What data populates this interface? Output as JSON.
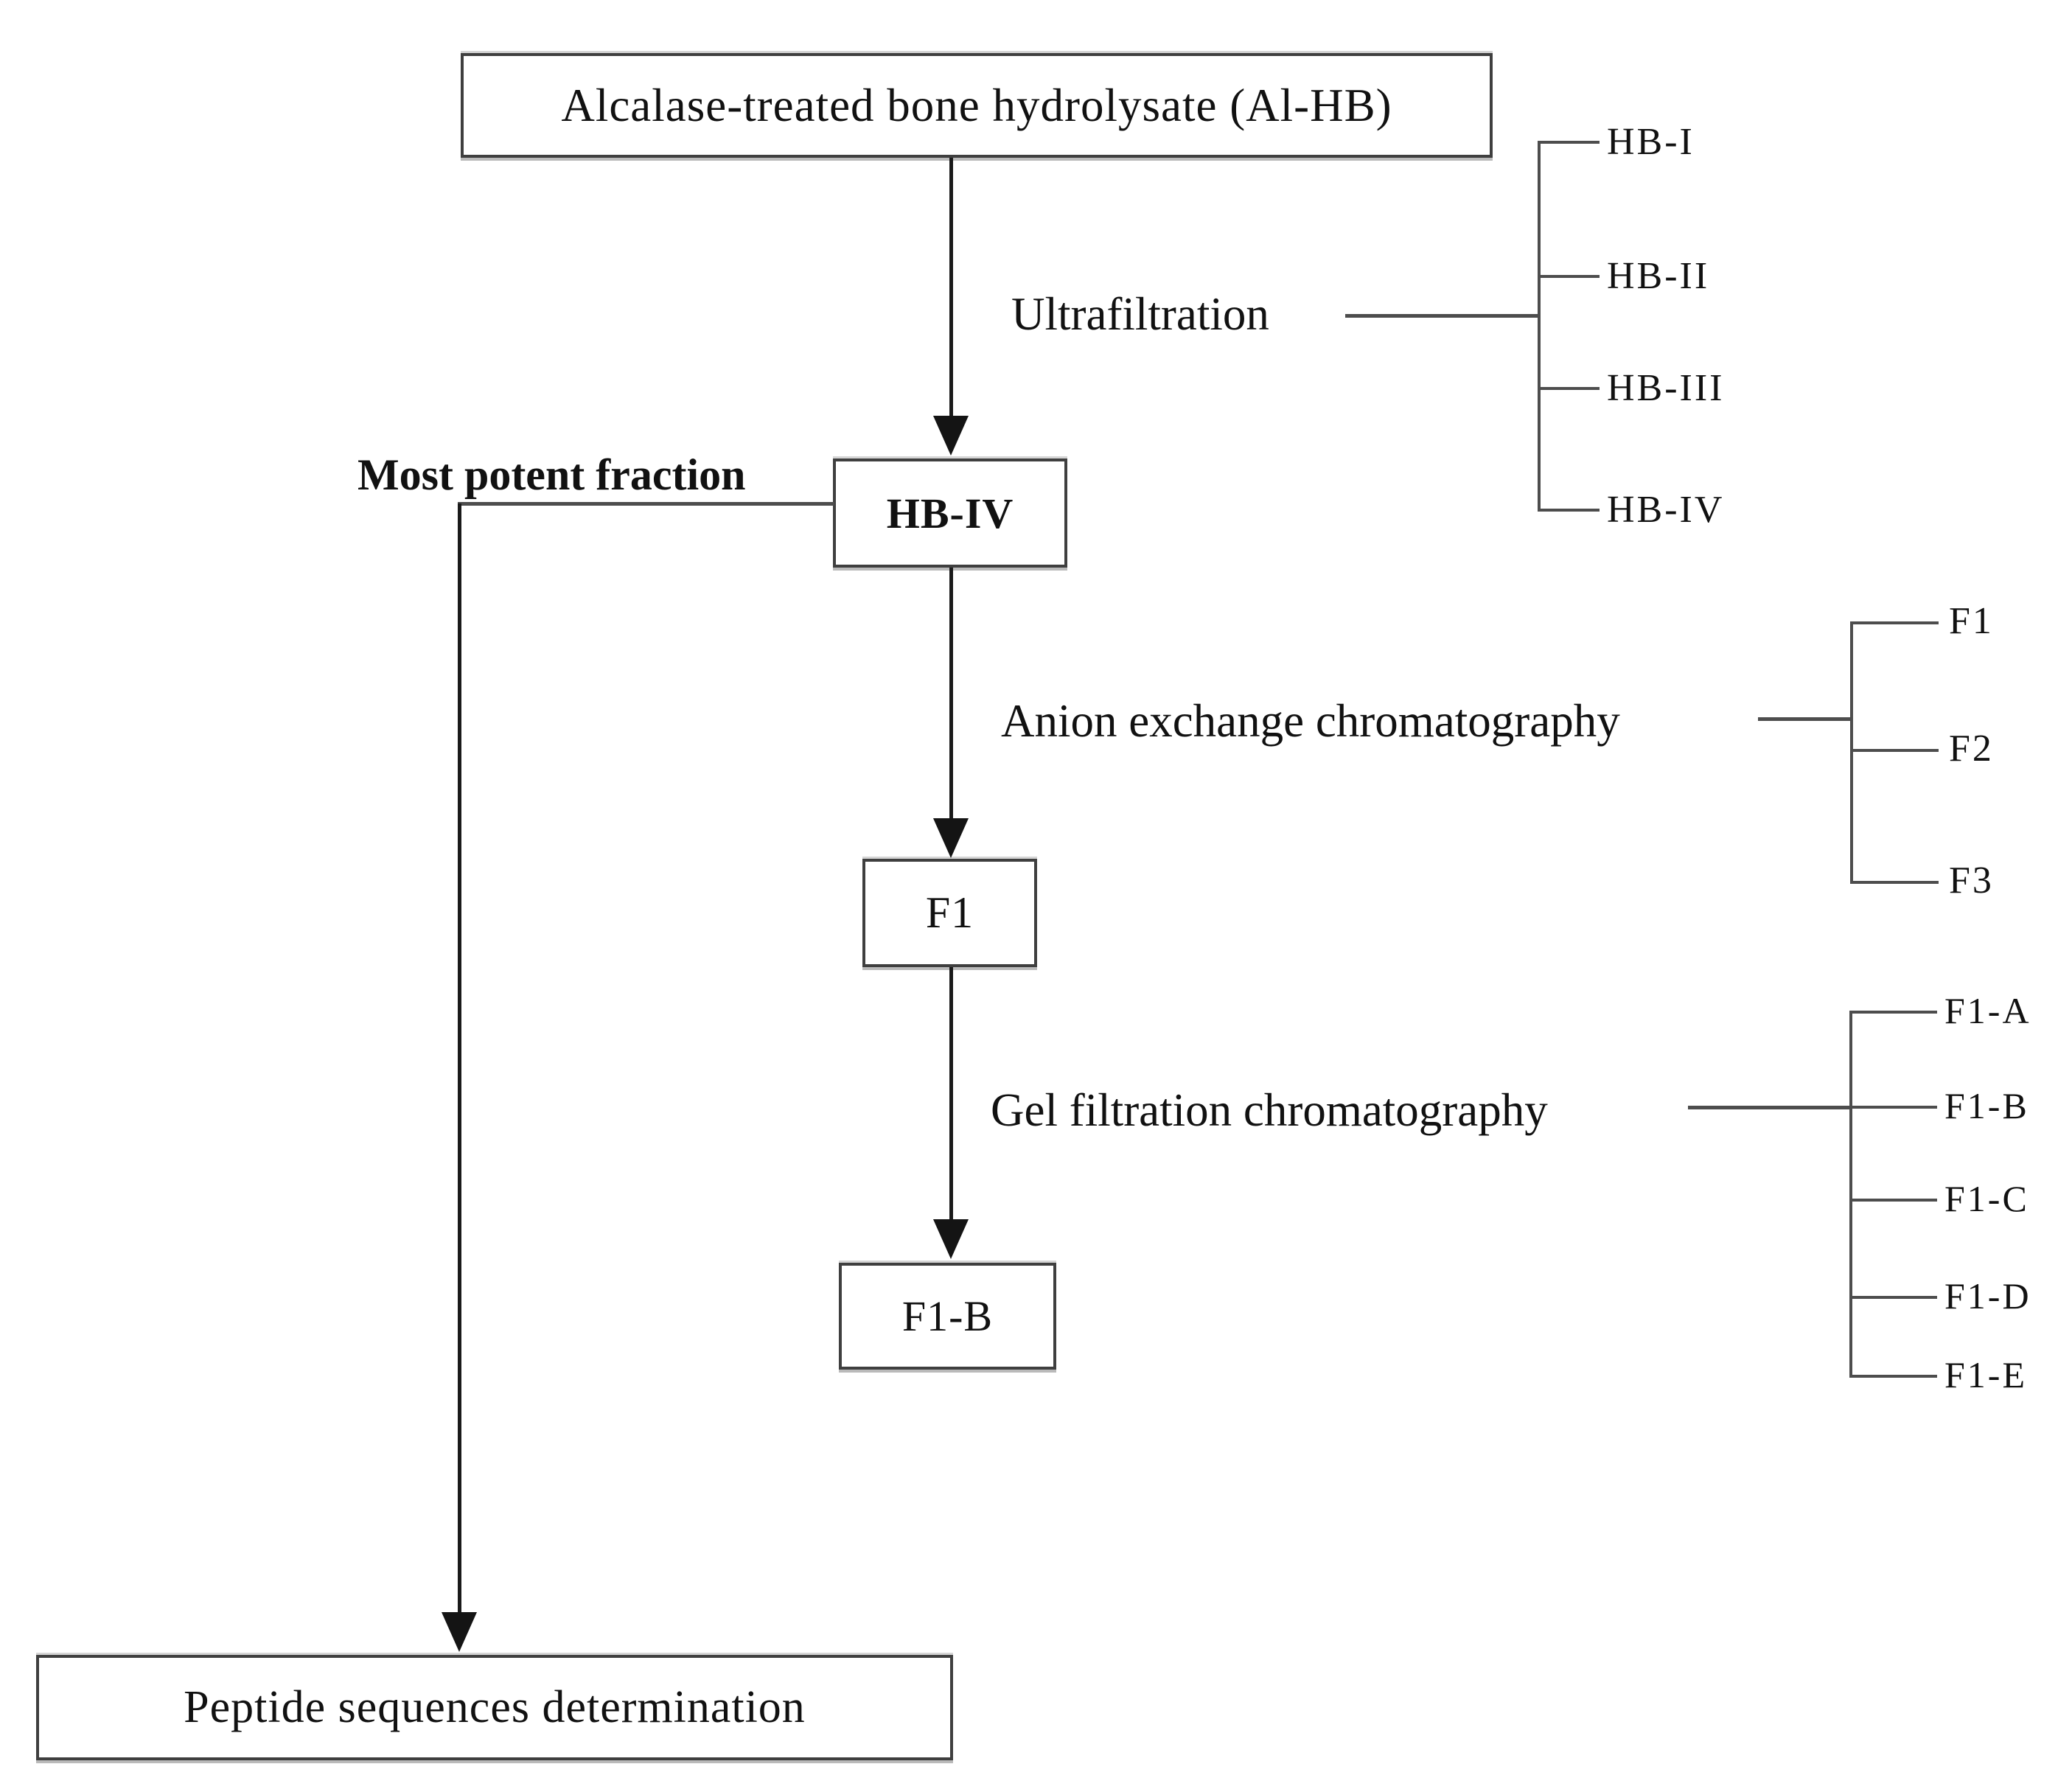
{
  "flowchart": {
    "title_node": "Alcalase-treated bone hydrolysate (Al-HB)",
    "nodes": {
      "alhb": {
        "label": "Alcalase-treated bone hydrolysate (Al-HB)"
      },
      "hbiv": {
        "label": "HB-IV"
      },
      "f1": {
        "label": "F1"
      },
      "f1b": {
        "label": "F1-B"
      },
      "peptide": {
        "label": "Peptide sequences determination"
      }
    },
    "steps": {
      "ultrafiltration": {
        "label": "Ultrafiltration",
        "outputs": [
          "HB-I",
          "HB-II",
          "HB-III",
          "HB-IV"
        ]
      },
      "anion": {
        "label": "Anion exchange chromatography",
        "outputs": [
          "F1",
          "F2",
          "F3"
        ]
      },
      "gel": {
        "label": "Gel filtration chromatography",
        "outputs": [
          "F1-A",
          "F1-B",
          "F1-C",
          "F1-D",
          "F1-E"
        ]
      }
    },
    "annotations": {
      "most_potent": "Most potent fraction"
    },
    "colors": {
      "background": "#ffffff",
      "text": "#111111",
      "box_border": "#3f3f3f",
      "arrow": "#141414",
      "connector": "#4d4d4d"
    }
  }
}
